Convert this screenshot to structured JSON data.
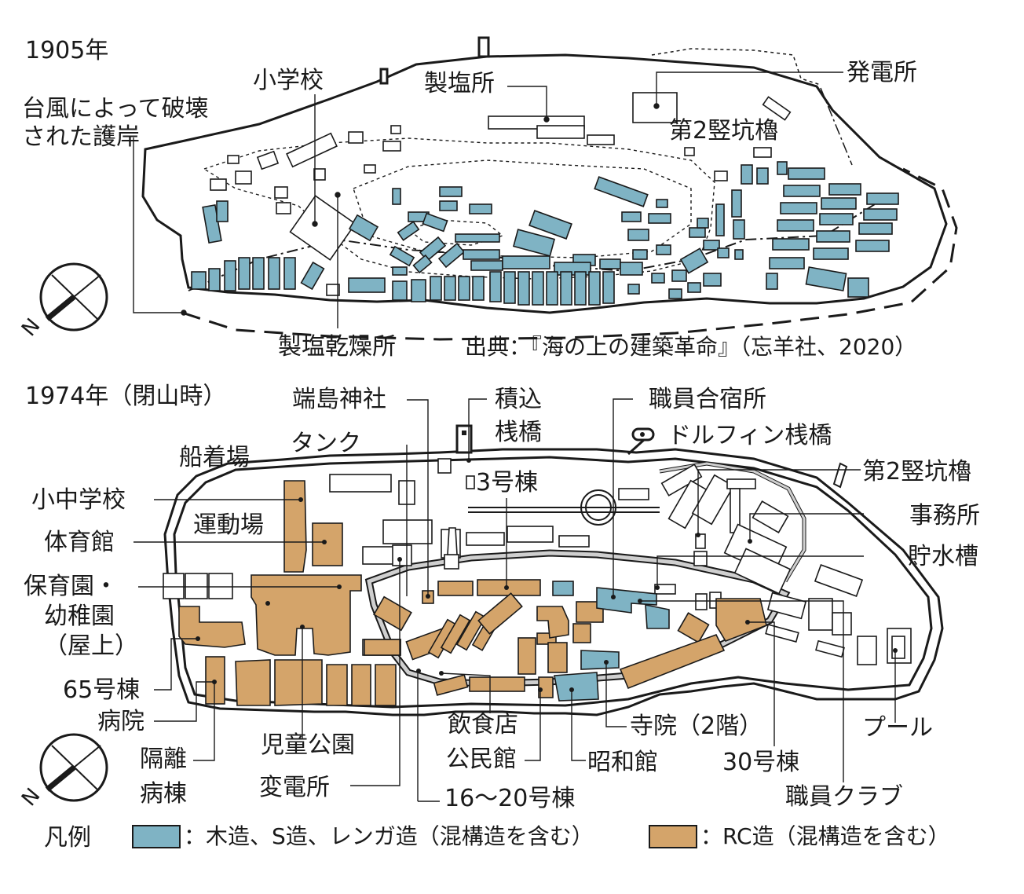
{
  "colors": {
    "wood_s_brick": "#7fb3c4",
    "rc": "#d4a46a",
    "outline": "#1a1a1a",
    "wall_gray": "#cfcfcf"
  },
  "map_1905": {
    "year": "1905年",
    "labels": {
      "elementary_school": "小学校",
      "salt_works": "製塩所",
      "power_station": "発電所",
      "typhoon_seawall_1": "台風によって破壊",
      "typhoon_seawall_2": "された護岸",
      "shaft_2": "第2竪坑櫓",
      "salt_drying": "製塩乾燥所"
    },
    "source": "出典：『海の上の建築革命』（忘羊社、2020）",
    "north_symbol": "N"
  },
  "map_1974": {
    "year": "1974年（閉山時）",
    "labels": {
      "shrine": "端島神社",
      "loading_1": "積込",
      "loading_2": "桟橋",
      "staff_dorm": "職員合宿所",
      "dolphin_pier": "ドルフィン桟橋",
      "tank": "タンク",
      "pier": "船着場",
      "shaft_2": "第2竪坑櫓",
      "bldg_3": "3号棟",
      "schools": "小中学校",
      "office": "事務所",
      "playground": "運動場",
      "gym": "体育館",
      "water_tank": "貯水槽",
      "nursery_1": "保育園・",
      "nursery_2": "幼稚園",
      "nursery_3": "（屋上）",
      "bldg_65": "65号棟",
      "hospital": "病院",
      "isolation_1": "隔離",
      "isolation_2": "病棟",
      "children_park": "児童公園",
      "substation": "変電所",
      "restaurant": "飲食店",
      "community_hall": "公民館",
      "temple": "寺院（2階）",
      "showa_hall": "昭和館",
      "bldg_30": "30号棟",
      "pool": "プール",
      "bldgs_16_20": "16〜20号棟",
      "staff_club": "職員クラブ"
    },
    "north_symbol": "N"
  },
  "legend": {
    "title": "凡例",
    "wood": "：木造、S造、レンガ造（混構造を含む）",
    "rc": "：RC造（混構造を含む）"
  }
}
